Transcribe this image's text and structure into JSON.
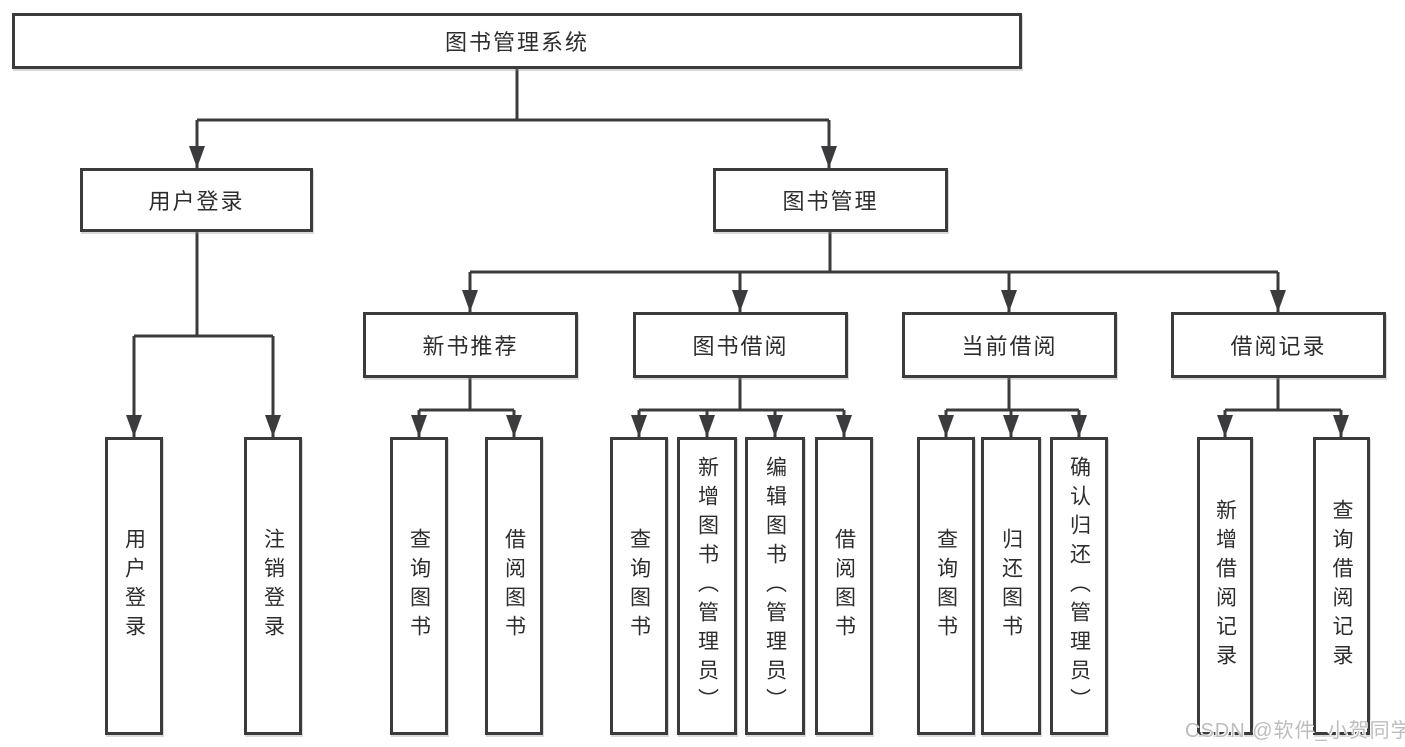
{
  "diagram": {
    "root_label": "图书管理系统",
    "branches": {
      "user_login": {
        "label": "用户登录",
        "children": {
          "login": "用户登录",
          "logout": "注销登录"
        }
      },
      "book_management": {
        "label": "图书管理",
        "sections": {
          "new_book_recommend": {
            "label": "新书推荐",
            "children": {
              "query_books": "查询图书",
              "borrow_books": "借阅图书"
            }
          },
          "book_borrowing": {
            "label": "图书借阅",
            "children": {
              "query_books": "查询图书",
              "add_books_admin": "新增图书（管理员）",
              "edit_books_admin": "编辑图书（管理员）",
              "borrow_books": "借阅图书"
            }
          },
          "current_borrowing": {
            "label": "当前借阅",
            "children": {
              "query_books": "查询图书",
              "return_books": "归还图书",
              "confirm_return_admin": "确认归还（管理员）"
            }
          },
          "borrowing_records": {
            "label": "借阅记录",
            "children": {
              "add_borrow_record": "新增借阅记录",
              "query_borrow_record": "查询借阅记录"
            }
          }
        }
      }
    }
  },
  "watermark": "CSDN @软件_小贺同学",
  "colors": {
    "line": "#3b3b3d",
    "text": "#2d2d2d",
    "watermark": "#bdbdbd"
  }
}
